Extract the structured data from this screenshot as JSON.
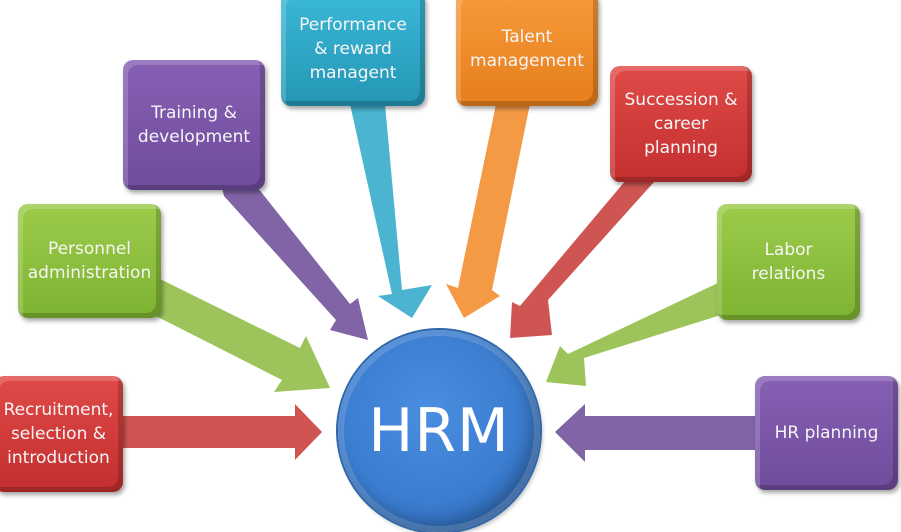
{
  "diagram": {
    "title": "HRM",
    "hub": {
      "label": "HRM",
      "color": "#3b7dd0"
    },
    "nodes": [
      {
        "id": "recruitment",
        "label": "Recruitment,\nselection &\nintroduction",
        "color": "#d13b3b",
        "arrow_color": "#cf5552"
      },
      {
        "id": "personnel",
        "label": "Personnel\nadministration",
        "color": "#8bbf3c",
        "arrow_color": "#9cc45a"
      },
      {
        "id": "training",
        "label": "Training &\ndevelopment",
        "color": "#7b56a8",
        "arrow_color": "#8064a6"
      },
      {
        "id": "performance",
        "label": "Performance\n& reward\nmanagent",
        "color": "#2ea9c8",
        "arrow_color": "#4bb4d0"
      },
      {
        "id": "talent",
        "label": "Talent\nmanagement",
        "color": "#f08a24",
        "arrow_color": "#f49a45"
      },
      {
        "id": "succession",
        "label": "Succession &\ncareer\nplanning",
        "color": "#d13b3b",
        "arrow_color": "#cf5552"
      },
      {
        "id": "labor",
        "label": "Labor\nrelations",
        "color": "#8bbf3c",
        "arrow_color": "#9cc45a"
      },
      {
        "id": "hr-planning",
        "label": "HR planning",
        "color": "#7b56a8",
        "arrow_color": "#8064a6"
      }
    ]
  }
}
